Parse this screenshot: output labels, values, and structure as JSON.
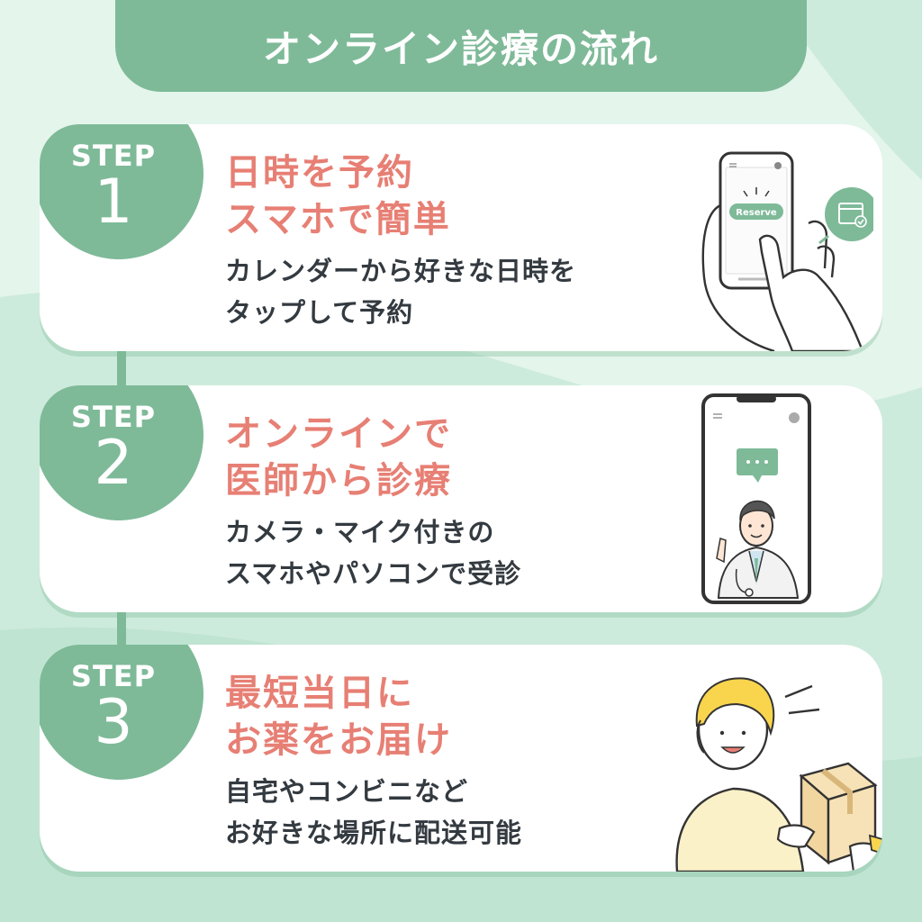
{
  "header": {
    "title": "オンライン診療の流れ"
  },
  "steps": [
    {
      "label": "STEP",
      "number": "1",
      "headline": [
        "日時を予約",
        "スマホで簡単"
      ],
      "description": [
        "カレンダーから好きな日時を",
        "タップして予約"
      ],
      "illustration": {
        "icon": "hand-phone-reserve-illustration",
        "button_text": "Reserve"
      }
    },
    {
      "label": "STEP",
      "number": "2",
      "headline": [
        "オンラインで",
        "医師から診療"
      ],
      "description": [
        "カメラ・マイク付きの",
        "スマホやパソコンで受診"
      ],
      "illustration": {
        "icon": "phone-doctor-illustration"
      }
    },
    {
      "label": "STEP",
      "number": "3",
      "headline": [
        "最短当日に",
        "お薬をお届け"
      ],
      "description": [
        "自宅やコンビニなど",
        "お好きな場所に配送可能"
      ],
      "illustration": {
        "icon": "package-delivery-illustration"
      }
    }
  ],
  "colors": {
    "accent_green": "#7eba98",
    "headline_red": "#e77f74",
    "text_dark": "#333a40",
    "background": "#dff2e9"
  }
}
